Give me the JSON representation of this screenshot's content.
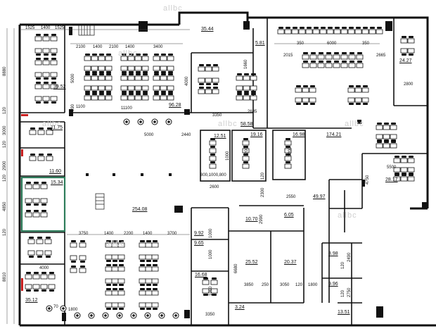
{
  "plan": {
    "watermark": "allbc",
    "highlight_color": "#2e7d5b",
    "wall_color": "#111111",
    "accent_color": "#cc2222",
    "room_areas": [
      "35.44",
      "5.81",
      "39.52",
      "96.28",
      "24.27",
      "11.75",
      "12.51",
      "58.58",
      "19.16",
      "16.98",
      "174.21",
      "11.60",
      "15.34",
      "254.08",
      "28.17",
      "49.97",
      "10.70",
      "6.05",
      "9.92",
      "9.65",
      "25.52",
      "20.37",
      "8.98",
      "16.68",
      "9.96",
      "35.12",
      "3.24",
      "13.51"
    ],
    "dimensions": {
      "top_row": [
        "1525",
        "1400",
        "1525",
        "2100",
        "1400",
        "2100",
        "1400",
        "3400",
        "350",
        "6000",
        "350",
        "2015",
        "2665"
      ],
      "left_column": [
        "8880",
        "120",
        "3000",
        "120",
        "2900",
        "120",
        "4850",
        "120",
        "8810"
      ],
      "middle": [
        "5000",
        "990",
        "1100",
        "11100",
        "4000",
        "1660",
        "3350",
        "2635",
        "5000",
        "2440",
        "2800",
        "1200",
        "1200",
        "1000",
        "800,1000,800",
        "120",
        "2600",
        "2300",
        "2550",
        "4750",
        "5500"
      ],
      "lower": [
        "3750",
        "1400",
        "2200",
        "1400",
        "3700",
        "2990",
        "1000",
        "1000",
        "4000",
        "6680",
        "3850",
        "250",
        "3050",
        "120",
        "1800",
        "120",
        "2490",
        "120",
        "2750",
        "1000",
        "3350",
        "1800",
        "70"
      ]
    }
  }
}
